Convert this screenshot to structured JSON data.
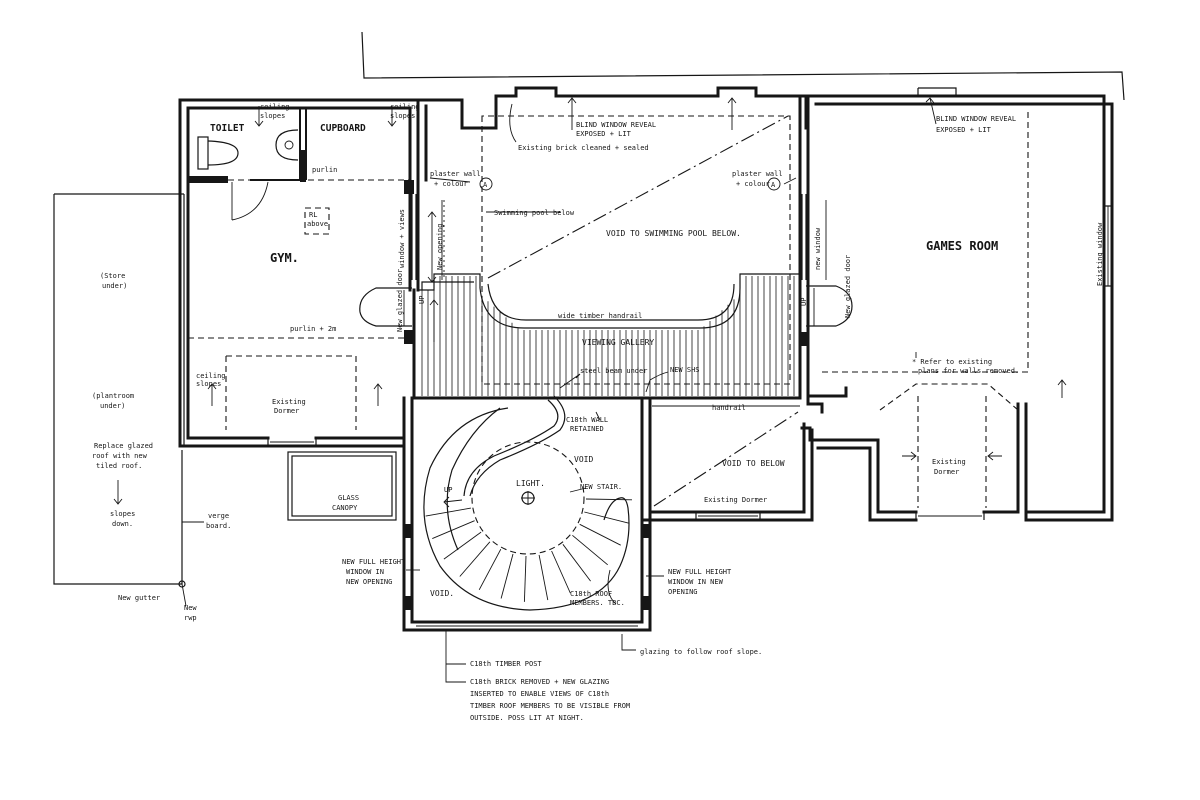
{
  "rooms": {
    "toilet": "TOILET",
    "cupboard": "CUPBOARD",
    "gym": "GYM.",
    "games_room": "GAMES ROOM",
    "viewing_gallery": "VIEWING GALLERY",
    "void_pool": "VOID TO SWIMMING POOL BELOW.",
    "void_below": "VOID TO BELOW",
    "void_stair": "VOID",
    "void_lower": "VOID."
  },
  "labels": {
    "ceiling_slopes_1a": "ceiling",
    "ceiling_slopes_1b": "slopes",
    "ceiling_slopes_2a": "ceiling",
    "ceiling_slopes_2b": "slopes",
    "ceiling_slopes_3a": "ceiling",
    "ceiling_slopes_3b": "slopes",
    "purlin": "purlin",
    "purlin_2m": "purlin + 2m",
    "rl_above_a": "RL",
    "rl_above_b": "above",
    "plaster_wall_l_a": "plaster wall",
    "plaster_wall_l_b": "+ colour",
    "plaster_wall_r_a": "plaster wall",
    "plaster_wall_r_b": "+ colour",
    "ref_a": "A",
    "blind_window_1a": "BLIND WINDOW REVEAL",
    "blind_window_1b": "EXPOSED + LIT",
    "blind_window_2a": "BLIND WINDOW REVEAL",
    "blind_window_2b": "EXPOSED + LIT",
    "existing_brick": "Existing brick cleaned + sealed",
    "swimming_pool_below": "Swimming pool below",
    "window_views": "window + views",
    "new_opening": "New opening",
    "new_window": "new window",
    "existing_window": "Existing window",
    "new_glazed_door_l": "New glazed door",
    "new_glazed_door_r": "New glazed door",
    "up": "UP",
    "wide_timber_handrail": "wide timber handrail",
    "steel_beam_under": "steel beam under",
    "new_shs": "NEW SHS",
    "handrail": "handrail",
    "refer_existing_a": "* Refer to existing",
    "refer_existing_b": "plans for walls removed.",
    "existing_dormer": "Existing",
    "existing_dormer_b": "Dormer",
    "existing_dormer_r_a": "Existing",
    "existing_dormer_r_b": "Dormer",
    "existing_dormer_mid": "Existing Dormer",
    "c18_wall_a": "C18th WALL",
    "c18_wall_b": "RETAINED",
    "light": "LIGHT.",
    "new_stair": "NEW STAIR.",
    "c18_roof_a": "C18th ROOF",
    "c18_roof_b": "MEMBERS. TBC.",
    "glass_canopy_a": "GLASS",
    "glass_canopy_b": "CANOPY",
    "store_under_a": "(Store",
    "store_under_b": "under)",
    "plantroom_a": "(plantroom",
    "plantroom_b": "under)",
    "replace_glazed_a": "Replace glazed",
    "replace_glazed_b": "roof with new",
    "replace_glazed_c": "tiled roof.",
    "slopes_down_a": "slopes",
    "slopes_down_b": "down.",
    "verge_a": "verge",
    "verge_b": "board.",
    "new_gutter": "New gutter",
    "new_rwp_a": "New",
    "new_rwp_b": "rwp",
    "full_height_l_a": "NEW FULL HEIGHT",
    "full_height_l_b": "WINDOW IN",
    "full_height_l_c": "NEW OPENING",
    "full_height_r_a": "NEW FULL HEIGHT",
    "full_height_r_b": "WINDOW IN NEW",
    "full_height_r_c": "OPENING",
    "timber_post": "C18th TIMBER POST",
    "glazing_slope": "glazing to follow roof slope.",
    "brick_removed_a": "C18th BRICK REMOVED + NEW GLAZING",
    "brick_removed_b": "INSERTED TO ENABLE VIEWS OF C18th",
    "brick_removed_c": "TIMBER ROOF MEMBERS TO BE VISIBLE FROM",
    "brick_removed_d": "OUTSIDE. POSS LIT AT NIGHT."
  }
}
